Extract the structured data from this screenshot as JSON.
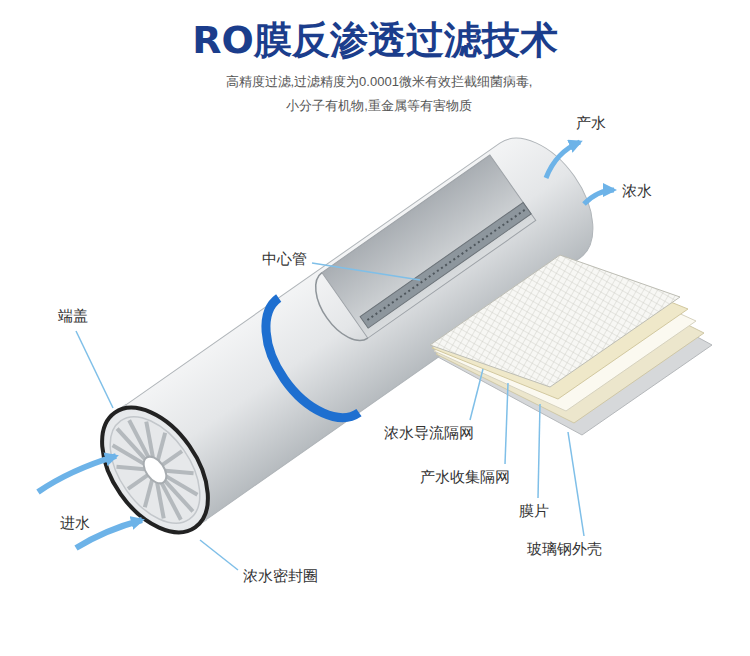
{
  "diagram": {
    "title": "RO膜反渗透过滤技术",
    "labels": [
      "高精度过滤,过滤精度为0.0001微米有效拦截细菌病毒,",
      "小分子有机物,重金属等有害物质",
      "产水",
      "浓水",
      "中心管",
      "端盖",
      "浓水导流隔网",
      "产水收集隔网",
      "膜片",
      "玻璃钢外壳",
      "进水",
      "浓水密封圈"
    ]
  }
}
